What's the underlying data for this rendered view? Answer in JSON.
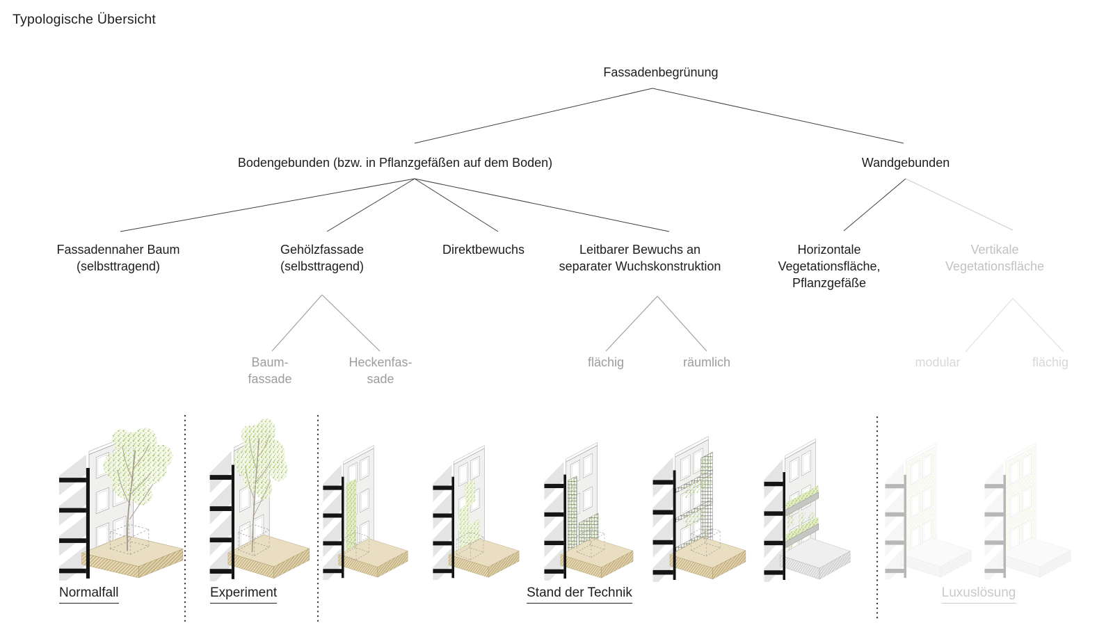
{
  "title": "Typologische Übersicht",
  "tree": {
    "root": "Fassadenbegrünung",
    "level2": {
      "bodengebunden": "Bodengebunden (bzw. in Pflanzgefäßen auf dem Boden)",
      "wandgebunden": "Wandgebunden"
    },
    "level3": {
      "fassadennaher_baum": "Fassadennaher Baum\n(selbsttragend)",
      "gehoelzfassade": "Gehölzfassade\n(selbsttragend)",
      "direktbewuchs": "Direktbewuchs",
      "leitbarer_bewuchs": "Leitbarer Bewuchs an\nseparater Wuchskonstruktion",
      "horizontale": "Horizontale\nVegetationsfläche,\nPflanzgefäße",
      "vertikale": "Vertikale\nVegetationsfläche"
    },
    "level4": {
      "baumfassade": "Baum-\nfassade",
      "heckenfassade": "Heckenfas-\nsade",
      "flaechig": "flächig",
      "raeumlich": "räumlich",
      "modular": "modular",
      "flaechig2": "flächig"
    }
  },
  "footer": {
    "normalfall": "Normalfall",
    "experiment": "Experiment",
    "stand_der_technik": "Stand der Technik",
    "luxusloesung": "Luxuslösung"
  },
  "illustrations": [
    {
      "name": "fassadennaher-baum-normalfall",
      "variant": "tree-beside",
      "ground": "tan",
      "faded": false
    },
    {
      "name": "fassadennaher-baum-experiment",
      "variant": "tree-against",
      "ground": "tan",
      "faded": false
    },
    {
      "name": "heckenfassade",
      "variant": "hedge",
      "ground": "tan",
      "faded": false
    },
    {
      "name": "direktbewuchs",
      "variant": "climber",
      "ground": "tan",
      "faded": false
    },
    {
      "name": "leitbarer-bewuchs-flaechig",
      "variant": "trellis-flat",
      "ground": "tan",
      "faded": false
    },
    {
      "name": "leitbarer-bewuchs-raeumlich",
      "variant": "trellis-3d",
      "ground": "tan",
      "faded": false
    },
    {
      "name": "horizontale-vegetationsflaeche",
      "variant": "planters",
      "ground": "gray",
      "faded": false
    },
    {
      "name": "vertikale-vegetationsflaeche-modular",
      "variant": "green-wall",
      "ground": "gray",
      "faded": true
    },
    {
      "name": "vertikale-vegetationsflaeche-flaechig",
      "variant": "green-wall",
      "ground": "gray",
      "faded": true
    }
  ],
  "colors": {
    "text": "#1d1d1b",
    "muted_text": "#9d9d9c",
    "faint_text": "#c9c9c9",
    "line_dark": "#3d3d3b",
    "line_gray": "#9b9b9b",
    "line_faint": "#dedede",
    "foliage_green": "#a9cb6d",
    "ground_tan": "#eadec2",
    "structure_black": "#151515"
  }
}
